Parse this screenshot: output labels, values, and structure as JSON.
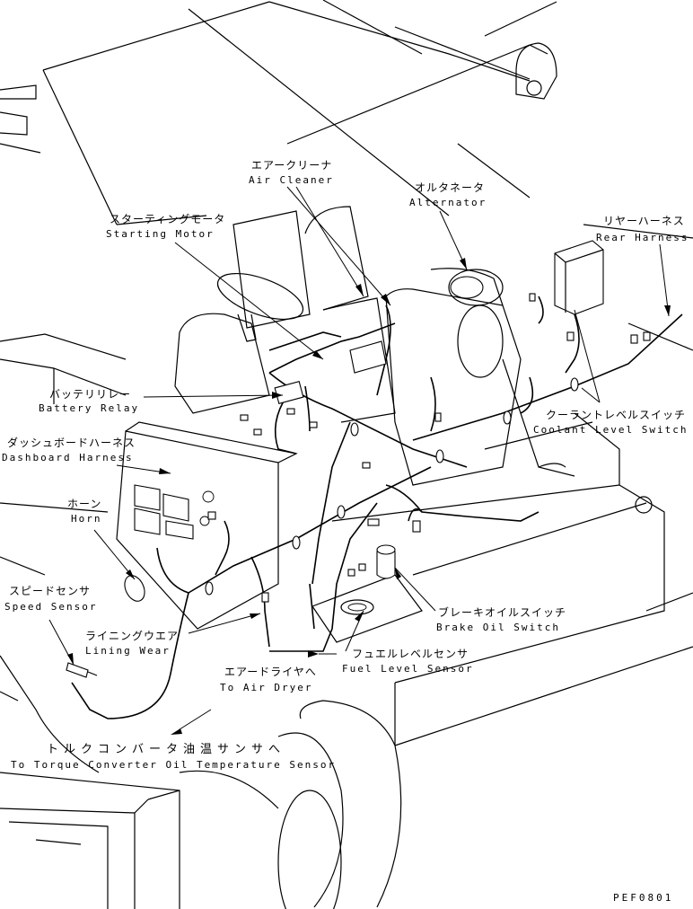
{
  "drawing_code": "PEF0801",
  "labels": {
    "air_cleaner": {
      "jp": "エアークリーナ",
      "en": "Air Cleaner"
    },
    "alternator": {
      "jp": "オルタネータ",
      "en": "Alternator"
    },
    "starting_motor": {
      "jp": "スターティングモータ",
      "en": "Starting Motor"
    },
    "rear_harness": {
      "jp": "リヤーハーネス",
      "en": "Rear Harness"
    },
    "battery_relay": {
      "jp": "バッテリリレー",
      "en": "Battery Relay"
    },
    "coolant_level_switch": {
      "jp": "クーラントレベルスイッチ",
      "en": "Coolant Level Switch"
    },
    "dashboard_harness": {
      "jp": "ダッシュボードハーネス",
      "en": "Dashboard Harness"
    },
    "horn": {
      "jp": "ホーン",
      "en": "Horn"
    },
    "speed_sensor": {
      "jp": "スピードセンサ",
      "en": "Speed Sensor"
    },
    "lining_wear": {
      "jp": "ライニングウエア",
      "en": "Lining Wear"
    },
    "brake_oil_switch": {
      "jp": "ブレーキオイルスイッチ",
      "en": "Brake Oil Switch"
    },
    "fuel_level_sensor": {
      "jp": "フュエルレベルセンサ",
      "en": "Fuel Level Sensor"
    },
    "air_dryer": {
      "jp": "エアードライヤへ",
      "en": "To Air Dryer"
    },
    "torque_converter": {
      "jp": "トルクコンバータ油温サンサへ",
      "en": "To Torque Converter Oil Temperature Sensor"
    }
  }
}
